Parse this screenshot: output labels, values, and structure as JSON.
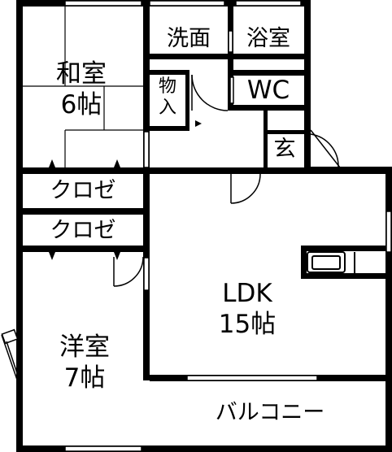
{
  "floor_plan": {
    "rooms": {
      "washitsu": {
        "name": "和室",
        "size": "6帖"
      },
      "senmen": {
        "name": "洗面"
      },
      "yokushitsu": {
        "name": "浴室"
      },
      "monoire": {
        "name_line1": "物",
        "name_line2": "入"
      },
      "wc": {
        "name": "WC"
      },
      "genkan": {
        "name": "玄"
      },
      "closet_upper": {
        "name": "クロゼ"
      },
      "closet_lower": {
        "name": "クロゼ"
      },
      "ldk": {
        "name": "LDK",
        "size": "15帖"
      },
      "youshitsu": {
        "name": "洋室",
        "size": "7帖"
      },
      "balcony": {
        "name": "バルコニー"
      }
    },
    "colors": {
      "wall": "#000000",
      "background": "#ffffff"
    }
  }
}
